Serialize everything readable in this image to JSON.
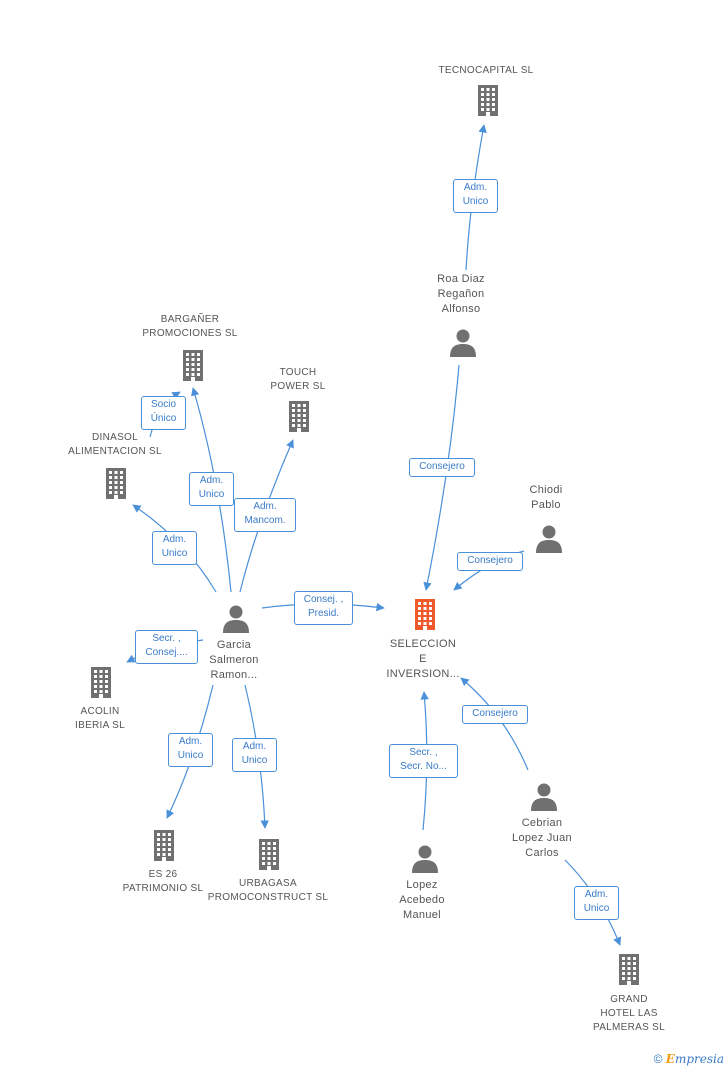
{
  "colors": {
    "edge": "#4a90d9",
    "node_gray": "#707070",
    "node_highlight": "#ef5a2c",
    "label_border": "#4a90d9"
  },
  "nodes": {
    "tecnocapital": {
      "type": "company",
      "label": "TECNOCAPITAL SL"
    },
    "roa": {
      "type": "person",
      "label": "Roa Diaz\nRegañon\nAlfonso"
    },
    "barganer": {
      "type": "company",
      "label": "BARGAÑER\nPROMOCIONES SL"
    },
    "touch": {
      "type": "company",
      "label": "TOUCH\nPOWER SL"
    },
    "dinasol": {
      "type": "company",
      "label": "DINASOL\nALIMENTACION SL"
    },
    "chiodi": {
      "type": "person",
      "label": "Chiodi\nPablo"
    },
    "garcia": {
      "type": "person",
      "label": "Garcia\nSalmeron\nRamon..."
    },
    "seleccion": {
      "type": "company",
      "label": "SELECCION\nE\nINVERSION...",
      "highlight": true
    },
    "acolin": {
      "type": "company",
      "label": "ACOLIN\nIBERIA  SL"
    },
    "cebrian": {
      "type": "person",
      "label": "Cebrian\nLopez Juan\nCarlos"
    },
    "es26": {
      "type": "company",
      "label": "ES 26\nPATRIMONIO SL"
    },
    "urbagasa": {
      "type": "company",
      "label": "URBAGASA\nPROMOCONSTRUCT SL"
    },
    "lopez": {
      "type": "person",
      "label": "Lopez\nAcebedo\nManuel"
    },
    "grand": {
      "type": "company",
      "label": "GRAND\nHOTEL LAS\nPALMERAS SL"
    }
  },
  "relations": {
    "roa_tecno": "Adm.\nUnico",
    "socio_unico": "Socio\nÚnico",
    "garcia_barganer": "Adm.\nUnico",
    "garcia_touch": "Adm.\nMancom.",
    "garcia_dinasol": "Adm.\nUnico",
    "garcia_seleccion": "Consej. ,\nPresid.",
    "roa_seleccion": "Consejero",
    "chiodi_seleccion": "Consejero",
    "garcia_acolin": "Secr. ,\nConsej....",
    "cebrian_seleccion": "Consejero",
    "lopez_seleccion": "Secr. ,\nSecr. No...",
    "garcia_es26": "Adm.\nUnico",
    "garcia_urbagasa": "Adm.\nUnico",
    "cebrian_grand": "Adm.\nUnico"
  },
  "footer": {
    "copyright": "©",
    "brand_first": "E",
    "brand_rest": "mpresia"
  }
}
